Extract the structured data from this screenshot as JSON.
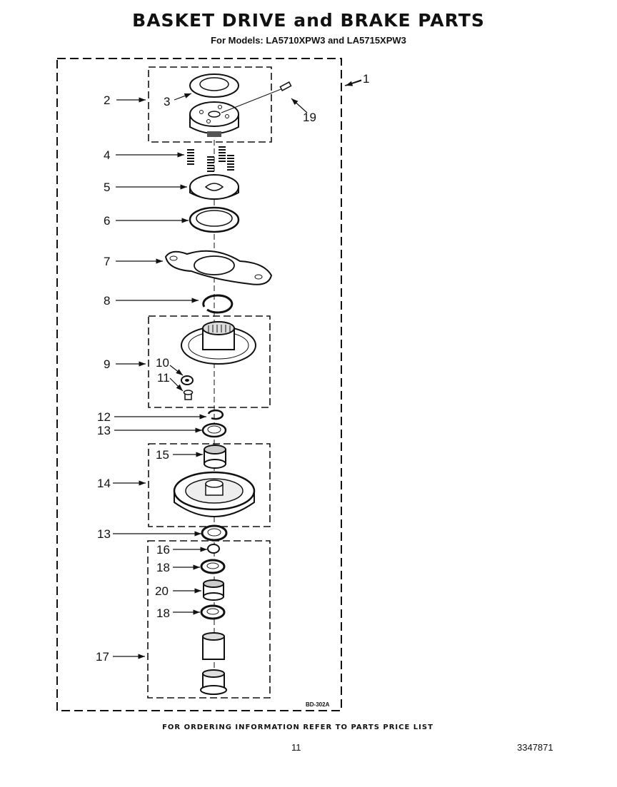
{
  "header": {
    "title": "BASKET DRIVE and BRAKE PARTS",
    "subtitle": "For Models: LA5710XPW3 and LA5715XPW3"
  },
  "diagram": {
    "callouts": {
      "c1": "1",
      "c2": "2",
      "c3": "3",
      "c4": "4",
      "c5": "5",
      "c6": "6",
      "c7": "7",
      "c8": "8",
      "c9": "9",
      "c10": "10",
      "c11": "11",
      "c12": "12",
      "c13a": "13",
      "c13b": "13",
      "c14": "14",
      "c15": "15",
      "c16": "16",
      "c17": "17",
      "c18a": "18",
      "c18b": "18",
      "c19": "19",
      "c20": "20"
    },
    "drawing_code": "BD-302A"
  },
  "footer": {
    "note": "FOR ORDERING INFORMATION REFER TO PARTS PRICE LIST",
    "page_number": "11",
    "catalog_number": "3347871"
  }
}
